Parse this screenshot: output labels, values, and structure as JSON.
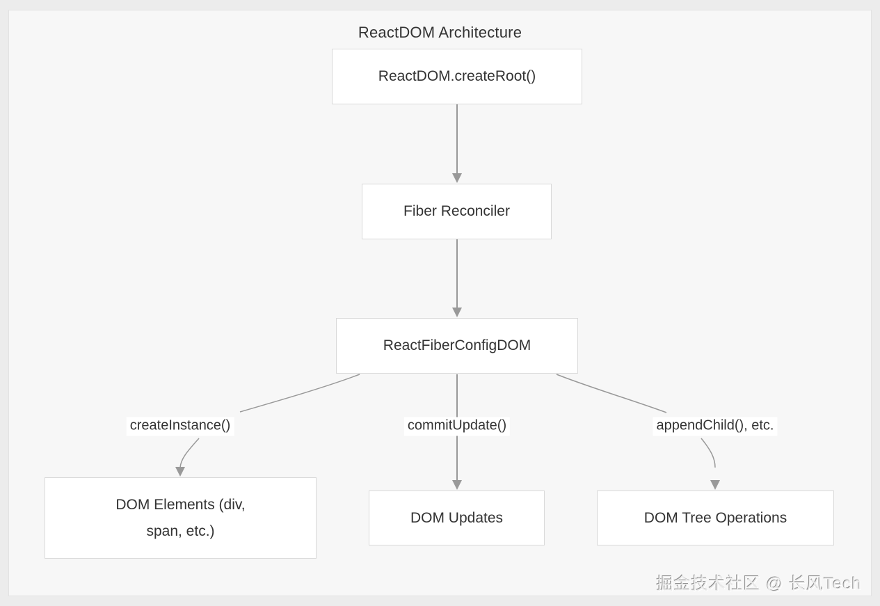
{
  "diagram": {
    "title": "ReactDOM Architecture",
    "nodes": [
      {
        "id": "create-root",
        "label": "ReactDOM.createRoot()"
      },
      {
        "id": "fiber-reconciler",
        "label": "Fiber Reconciler"
      },
      {
        "id": "react-fiber-config-dom",
        "label": "ReactFiberConfigDOM"
      },
      {
        "id": "dom-elements",
        "label": "DOM Elements (div, span, etc.)"
      },
      {
        "id": "dom-updates",
        "label": "DOM Updates"
      },
      {
        "id": "dom-tree-operations",
        "label": "DOM Tree Operations"
      }
    ],
    "edges": [
      {
        "from": "create-root",
        "to": "fiber-reconciler",
        "label": ""
      },
      {
        "from": "fiber-reconciler",
        "to": "react-fiber-config-dom",
        "label": ""
      },
      {
        "from": "react-fiber-config-dom",
        "to": "dom-elements",
        "label": "createInstance()"
      },
      {
        "from": "react-fiber-config-dom",
        "to": "dom-updates",
        "label": "commitUpdate()"
      },
      {
        "from": "react-fiber-config-dom",
        "to": "dom-tree-operations",
        "label": "appendChild(), etc."
      }
    ],
    "colors": {
      "canvas": "#f7f7f7",
      "outer_background": "#ececec",
      "node_fill": "#ffffff",
      "node_border": "#d9d9d9",
      "edge": "#999999",
      "text": "#333333"
    },
    "watermark": "掘金技术社区 @ 长风Tech"
  }
}
